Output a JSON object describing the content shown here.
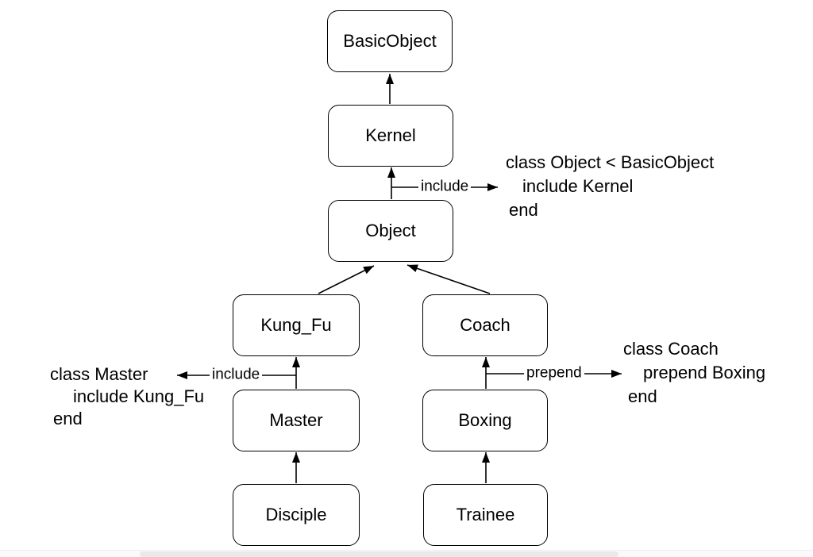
{
  "nodes": [
    {
      "label": "BasicObject"
    },
    {
      "label": "Kernel"
    },
    {
      "label": "Object"
    },
    {
      "label": "Kung_Fu"
    },
    {
      "label": "Coach"
    },
    {
      "label": "Master"
    },
    {
      "label": "Boxing"
    },
    {
      "label": "Disciple"
    },
    {
      "label": "Trainee"
    }
  ],
  "edge_labels": {
    "object_include": "include",
    "master_include": "include",
    "coach_prepend": "prepend"
  },
  "annotations": {
    "object_code": {
      "lines": [
        "class Object < BasicObject",
        "include Kernel",
        "end"
      ]
    },
    "master_code": {
      "lines": [
        "class  Master",
        "include Kung_Fu",
        "end"
      ]
    },
    "coach_code": {
      "lines": [
        "class  Coach",
        "prepend Boxing",
        "end"
      ]
    }
  },
  "colors": {
    "line": "#000000",
    "background": "#ffffff",
    "scrollbar_track": "#fafafa",
    "scrollbar_thumb": "#e9e9e9"
  }
}
